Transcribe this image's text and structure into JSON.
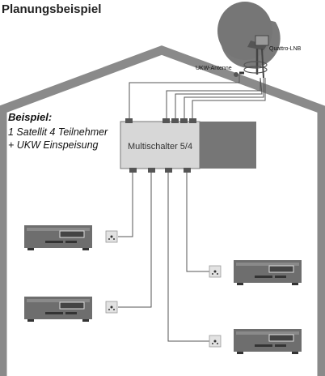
{
  "header": {
    "title": "Planungsbeispiel"
  },
  "example": {
    "title": "Beispiel:",
    "line1": "1 Satellit 4 Teilnehmer",
    "line2": "+ UKW Einspeisung"
  },
  "antenna": {
    "lnb_label": "Quattro-LNB",
    "ukw_label": "UKW-Antenne"
  },
  "multiswitch": {
    "label": "Multischalter 5/4"
  },
  "colors": {
    "house_outline": "#8a8a8a",
    "multiswitch_body": "#d7d7d7",
    "multiswitch_dark": "#767676",
    "dish": "#7a7a7a",
    "receiver": "#6e6e6e",
    "cable": "#555555"
  }
}
